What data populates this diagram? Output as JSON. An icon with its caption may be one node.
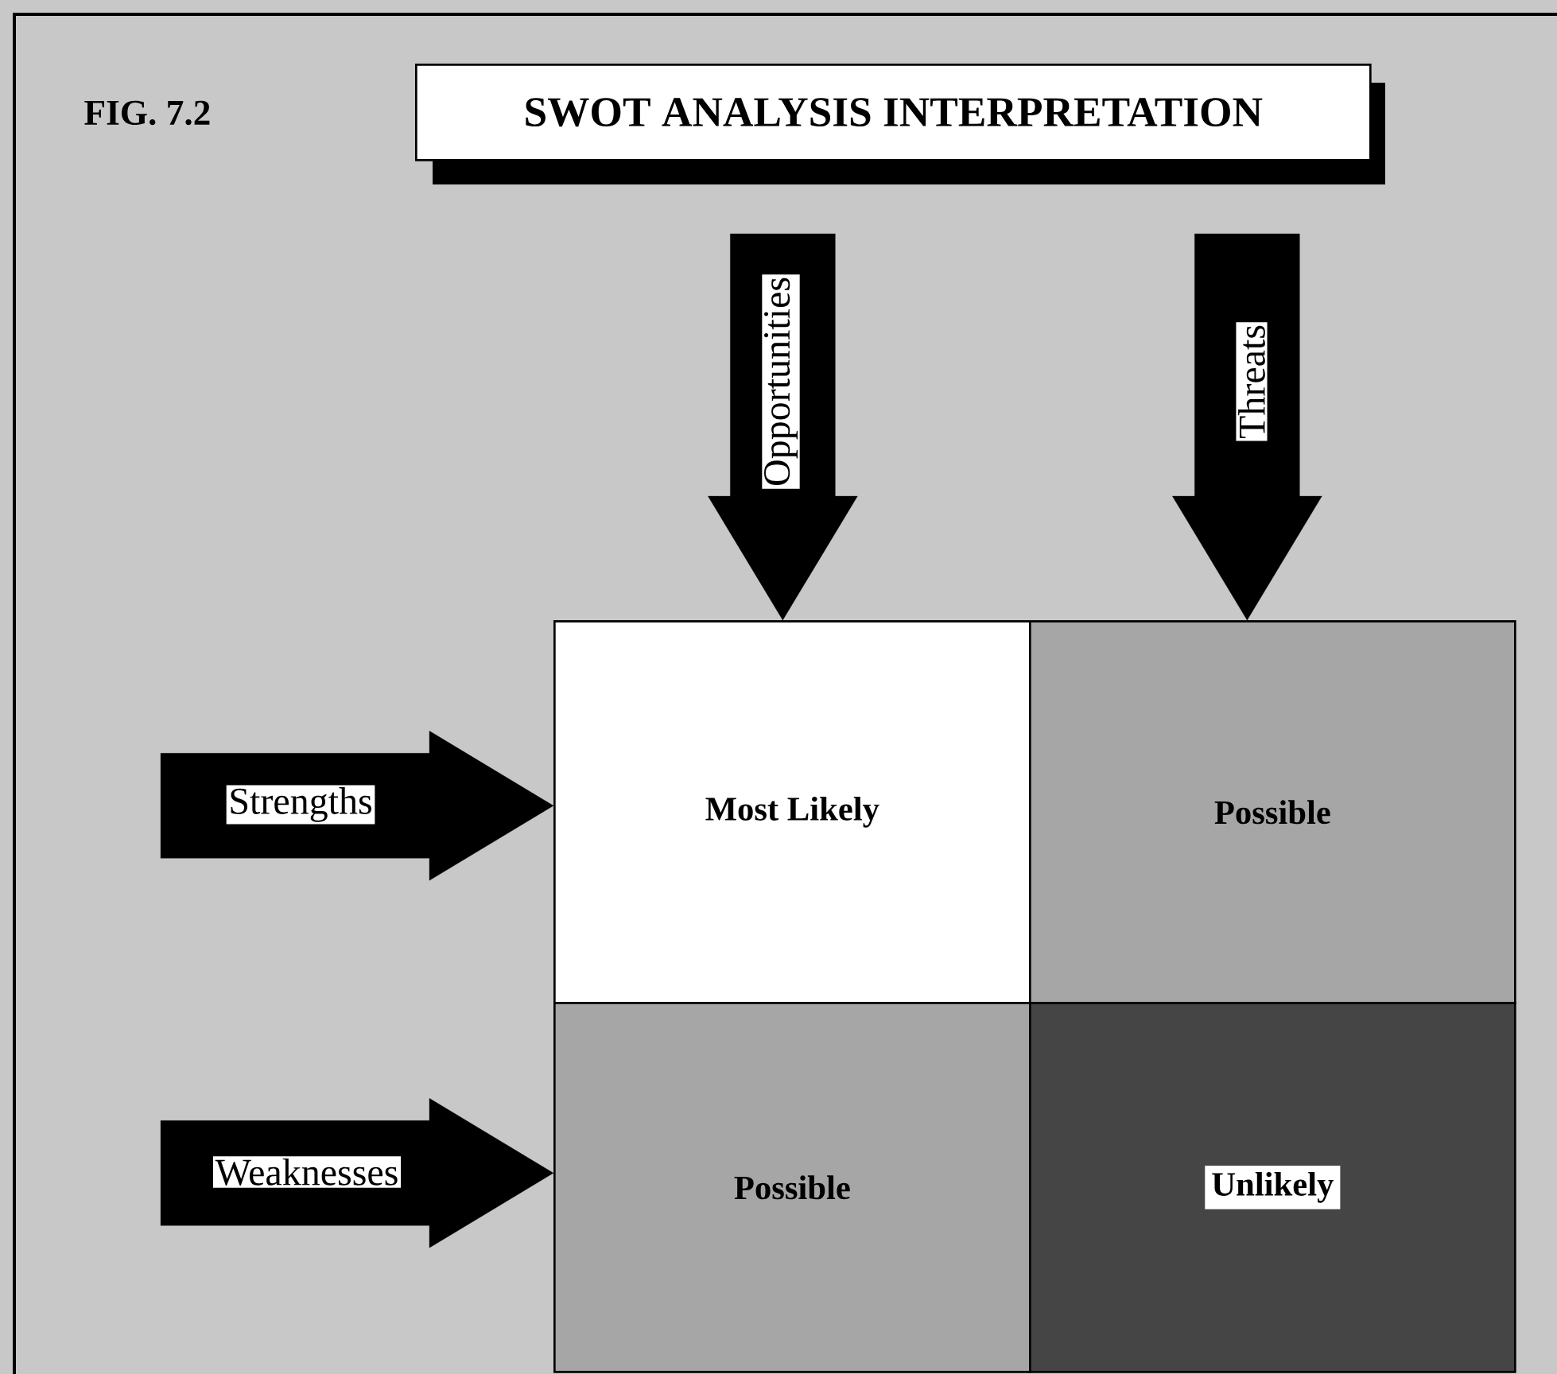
{
  "diagram": {
    "title": "SWOT ANALYSIS INTERPRETATION",
    "nodes": [
      {
        "text": [
          "Most Likely"
        ]
      },
      {
        "text": [
          "Possible"
        ]
      },
      {
        "text": [
          "Possible"
        ]
      },
      {
        "text": [
          "Unlikely"
        ]
      }
    ],
    "edges": [
      {
        "from": null,
        "to": 0,
        "arrow": "to",
        "label": "Opportunities",
        "style": "thick"
      },
      {
        "from": null,
        "to": 1,
        "arrow": "to",
        "label": "Threats",
        "style": "thick"
      },
      {
        "from": null,
        "to": 0,
        "arrow": "to",
        "label": "Strengths",
        "style": "thick"
      },
      {
        "from": null,
        "to": 2,
        "arrow": "to",
        "label": "Weaknesses",
        "style": "thick"
      }
    ],
    "labels": [
      "FIG. 7.2"
    ]
  }
}
